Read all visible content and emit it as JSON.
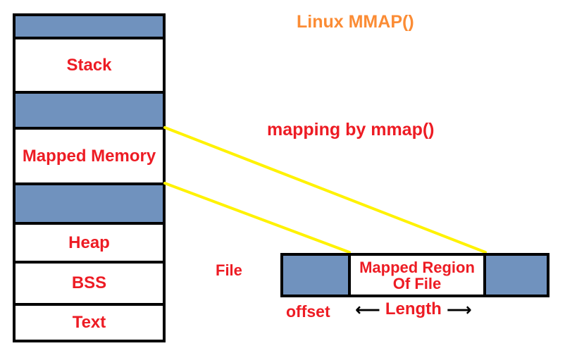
{
  "title": "Linux MMAP()",
  "colors": {
    "blue": "#7092BE",
    "red": "#ED1C24",
    "orange": "#FB8C35",
    "yellow": "#FFF200",
    "ink": "#000000",
    "bg": "#FFFFFF"
  },
  "memory_diagram": {
    "segments": [
      {
        "label": "",
        "type": "blue"
      },
      {
        "label": "Stack",
        "type": "white"
      },
      {
        "label": "",
        "type": "blue"
      },
      {
        "label": "Mapped Memory",
        "type": "white"
      },
      {
        "label": "",
        "type": "blue"
      },
      {
        "label": "Heap",
        "type": "white"
      },
      {
        "label": "BSS",
        "type": "white"
      },
      {
        "label": "Text",
        "type": "white"
      }
    ]
  },
  "mapping_label": "mapping by mmap()",
  "file_diagram": {
    "file_label": "File",
    "offset_label": "offset",
    "length_label": "Length",
    "left_arrow": "⟵",
    "right_arrow": "⟶",
    "regions": [
      {
        "label_line1": "",
        "label_line2": "",
        "type": "blue"
      },
      {
        "label_line1": "Mapped Region",
        "label_line2": "Of File",
        "type": "white"
      },
      {
        "label_line1": "",
        "label_line2": "",
        "type": "blue"
      }
    ]
  }
}
